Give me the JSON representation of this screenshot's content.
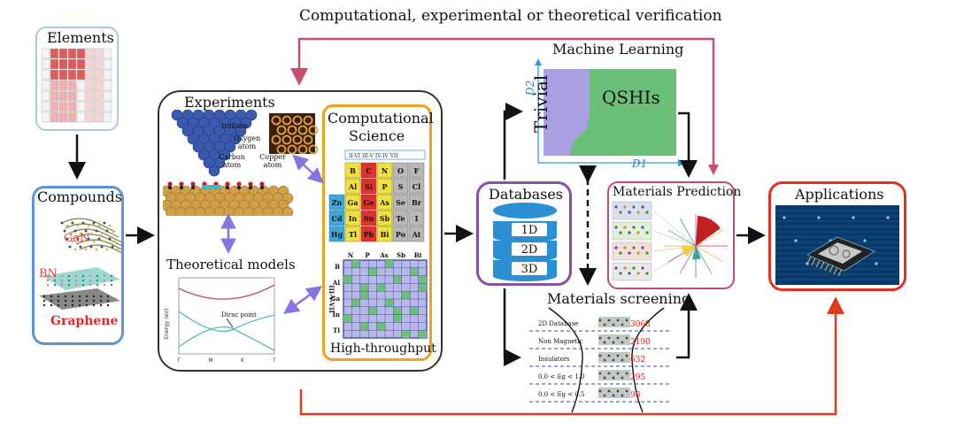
{
  "top_caption": "Computational, experimental or theoretical verification",
  "elements": {
    "title": "Elements"
  },
  "compounds": {
    "title": "Compounds",
    "gan": "GaN",
    "bn": "BN",
    "graphene": "Graphene"
  },
  "experiments": {
    "title": "Experiments",
    "iridium": "Iridium",
    "oxygen_atom": "Oxygen atom",
    "carbon_atom": "Carbon atom",
    "copper_atom": "Copper atom",
    "theoretical_models": "Theoretical models",
    "dirac_point": "Dirac point"
  },
  "computational": {
    "title_line1": "Computational",
    "title_line2": "Science",
    "high_throughput": "High-throughput",
    "groups": [
      "II-VI",
      "III-V",
      "IV-IV",
      "VII"
    ],
    "ptable_rows": [
      [
        "",
        "B",
        "C",
        "N",
        "O",
        "F"
      ],
      [
        "",
        "Al",
        "Si",
        "P",
        "S",
        "Cl"
      ],
      [
        "Zn",
        "Ga",
        "Ge",
        "As",
        "Se",
        "Br"
      ],
      [
        "Cd",
        "In",
        "Sn",
        "Sb",
        "Te",
        "I"
      ],
      [
        "Hg",
        "Tl",
        "Pb",
        "Bi",
        "Po",
        "At"
      ]
    ],
    "matrix_cols": [
      "N",
      "P",
      "As",
      "Sb",
      "Bi"
    ],
    "matrix_rows": [
      "B",
      "Al",
      "Ga",
      "In",
      "Tl"
    ],
    "matrix_group": "III-V-VII"
  },
  "machine_learning": {
    "title": "Machine Learning",
    "trivial": "Trivial",
    "qshis": "QSHIs",
    "axis_y": "D2",
    "axis_x": "D1"
  },
  "databases": {
    "title": "Databases",
    "levels": [
      "1D",
      "2D",
      "3D"
    ]
  },
  "prediction": {
    "title": "Materials Prediction"
  },
  "screening": {
    "title": "Materials screening",
    "steps": [
      {
        "label": "2D Database",
        "count": "3068"
      },
      {
        "label": "Non Magnetic",
        "count": "2190"
      },
      {
        "label": "Insulators",
        "count": "632"
      },
      {
        "label": "0.0 < Eg < 1.0",
        "count": "295"
      },
      {
        "label": "0.0 < Eg < 0.5",
        "count": "98"
      }
    ]
  },
  "applications": {
    "title": "Applications"
  },
  "colors": {
    "blue_frame": "#6aa0dc",
    "orange_frame": "#f0a020",
    "purple_frame": "#8a4fa0",
    "pink_frame": "#c0506a",
    "red_frame": "#e03020",
    "verify_arrow": "#c8506c",
    "app_arrow": "#e03a1c",
    "double_arrow": "#8a72e0",
    "trivial_region": "#a8a0e0",
    "qshi_region": "#6cbf78",
    "db_cylinder": "#2b8fd6"
  }
}
